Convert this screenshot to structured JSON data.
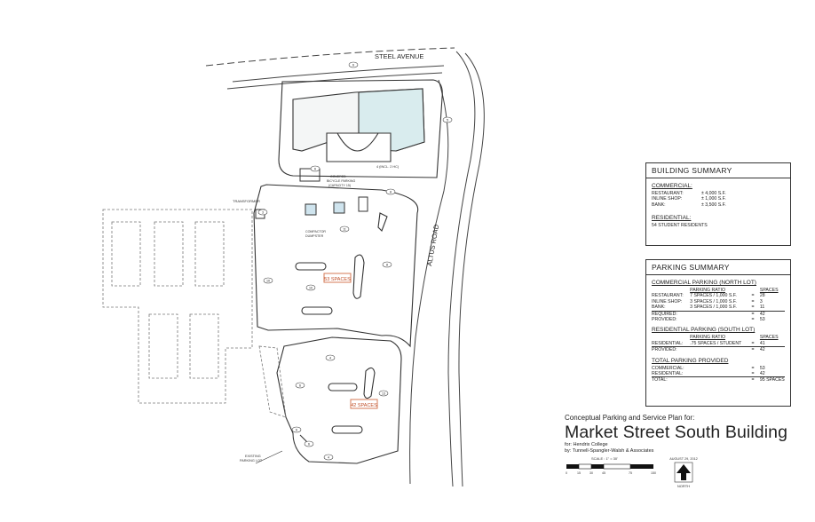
{
  "plan": {
    "street_top": "STEEL AVENUE",
    "street_right": "ALTUS ROAD",
    "north_lot_spaces": "53 SPACES",
    "south_lot_spaces": "42 SPACES",
    "transformer": "TRANSFORMER",
    "compactor": "COMPACTOR\nDUMPSTER",
    "bike_parking": "COVERED\nBICYCLE PARKING\n(CAPACITY 15)",
    "accessible_spaces": "4 (INCL. 2 HC)",
    "existing_lot": "EXISTING\nPARKING LOT",
    "space_counts": [
      "6",
      "6",
      "11",
      "10",
      "10",
      "8",
      "8",
      "4",
      "4",
      "6",
      "13",
      "6",
      "6",
      "3",
      "5"
    ]
  },
  "building_summary": {
    "header": "BUILDING SUMMARY",
    "commercial_title": "COMMERCIAL:",
    "commercial_items": [
      {
        "name": "RESTAURANT:",
        "value": "± 4,000 S.F."
      },
      {
        "name": "INLINE SHOP:",
        "value": "± 1,000 S.F."
      },
      {
        "name": "BANK:",
        "value": "± 3,500 S.F."
      }
    ],
    "residential_title": "RESIDENTIAL:",
    "residential_text": "54 STUDENT RESIDENTS"
  },
  "parking_summary": {
    "header": "PARKING SUMMARY",
    "north_title": "COMMERCIAL PARKING (NORTH LOT)",
    "col_ratio": "PARKING RATIO",
    "col_spaces": "SPACES",
    "north_rows": [
      {
        "name": "RESTAURANT:",
        "ratio": "7 SPACES / 1,000 S.F.",
        "eq": "=",
        "spaces": "28"
      },
      {
        "name": "INLINE SHOP:",
        "ratio": "3 SPACES / 1,000 S.F.",
        "eq": "=",
        "spaces": "3"
      },
      {
        "name": "BANK:",
        "ratio": "3 SPACES / 1,000 S.F.",
        "eq": "=",
        "spaces": "11"
      },
      {
        "name": "REQUIRED:",
        "ratio": "",
        "eq": "=",
        "spaces": "42"
      },
      {
        "name": "PROVIDED:",
        "ratio": "",
        "eq": "=",
        "spaces": "53"
      }
    ],
    "south_title": "RESIDENTIAL PARKING (SOUTH LOT)",
    "south_rows": [
      {
        "name": "RESIDENTIAL:",
        "ratio": ".75 SPACES / STUDENT",
        "eq": "=",
        "spaces": "41"
      },
      {
        "name": "PROVIDED:",
        "ratio": "",
        "eq": "=",
        "spaces": "42"
      }
    ],
    "total_title": "TOTAL PARKING PROVIDED",
    "total_rows": [
      {
        "name": "COMMERCIAL:",
        "ratio": "",
        "eq": "=",
        "spaces": "53"
      },
      {
        "name": "RESIDENTIAL:",
        "ratio": "",
        "eq": "=",
        "spaces": "42"
      },
      {
        "name": "TOTAL:",
        "ratio": "",
        "eq": "=",
        "spaces": "95 SPACES"
      }
    ]
  },
  "title_block": {
    "subtitle": "Conceptual Parking and Service Plan for:",
    "title": "Market Street South Building",
    "for_line": "for: Hendrix College",
    "by_line": "by: Tunnell-Spangler-Walsh & Associates",
    "scale_label": "SCALE : 1\" = 30'",
    "scale_ticks": [
      "0",
      "15",
      "30",
      "45",
      "75",
      "150"
    ],
    "date": "AUGUST 29, 2012",
    "north_label": "NORTH"
  }
}
